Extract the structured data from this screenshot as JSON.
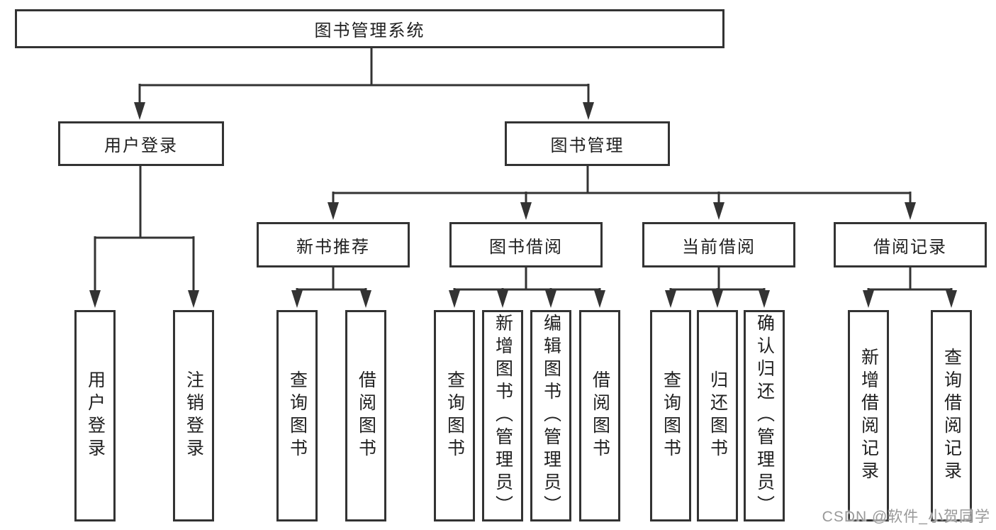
{
  "tree": {
    "root": {
      "label": "图书管理系统",
      "children": [
        {
          "label": "用户登录",
          "children": [
            {
              "label": "用户登录"
            },
            {
              "label": "注销登录"
            }
          ]
        },
        {
          "label": "图书管理",
          "children": [
            {
              "label": "新书推荐",
              "children": [
                {
                  "label": "查询图书"
                },
                {
                  "label": "借阅图书"
                }
              ]
            },
            {
              "label": "图书借阅",
              "children": [
                {
                  "label": "查询图书"
                },
                {
                  "label": "新增图书（管理员）"
                },
                {
                  "label": "编辑图书（管理员）"
                },
                {
                  "label": "借阅图书"
                }
              ]
            },
            {
              "label": "当前借阅",
              "children": [
                {
                  "label": "查询图书"
                },
                {
                  "label": "归还图书"
                },
                {
                  "label": "确认归还（管理员）"
                }
              ]
            },
            {
              "label": "借阅记录",
              "children": [
                {
                  "label": "新增借阅记录"
                },
                {
                  "label": "查询借阅记录"
                }
              ]
            }
          ]
        }
      ]
    }
  },
  "watermark": "CSDN @软件_小贺同学",
  "colors": {
    "line": "#333333",
    "box_border": "#333333",
    "text": "#1f1f1f",
    "background": "#ffffff",
    "watermark": "#999999"
  }
}
